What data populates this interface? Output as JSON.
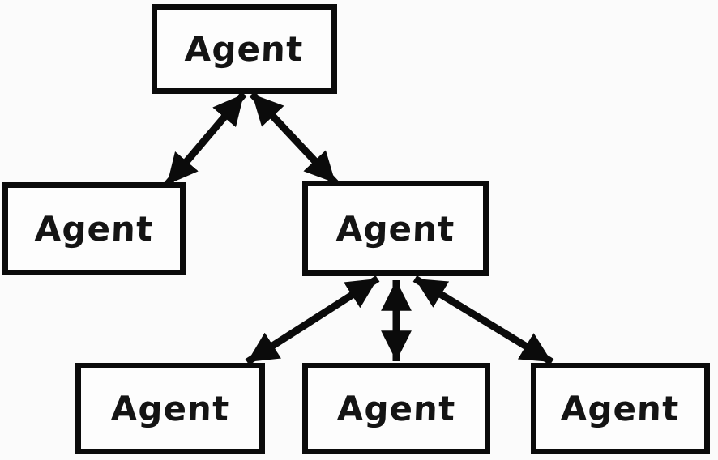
{
  "diagram": {
    "type": "hierarchy",
    "nodes": [
      {
        "id": "agent-top",
        "label": "Agent",
        "level": 1
      },
      {
        "id": "agent-mid-left",
        "label": "Agent",
        "level": 2
      },
      {
        "id": "agent-mid-right",
        "label": "Agent",
        "level": 2
      },
      {
        "id": "agent-bottom-left",
        "label": "Agent",
        "level": 3
      },
      {
        "id": "agent-bottom-middle",
        "label": "Agent",
        "level": 3
      },
      {
        "id": "agent-bottom-right",
        "label": "Agent",
        "level": 3
      }
    ],
    "edges": [
      {
        "from": "agent-top",
        "to": "agent-mid-left",
        "style": "double-headed-arrow"
      },
      {
        "from": "agent-top",
        "to": "agent-mid-right",
        "style": "double-headed-arrow"
      },
      {
        "from": "agent-mid-right",
        "to": "agent-bottom-left",
        "style": "double-headed-arrow"
      },
      {
        "from": "agent-mid-right",
        "to": "agent-bottom-middle",
        "style": "double-headed-arrow"
      },
      {
        "from": "agent-mid-right",
        "to": "agent-bottom-right",
        "style": "double-headed-arrow"
      }
    ],
    "colors": {
      "background": "#fbfbfb",
      "box_fill": "#fdfdfd",
      "line": "#0b0b0b",
      "text": "#141414"
    }
  }
}
